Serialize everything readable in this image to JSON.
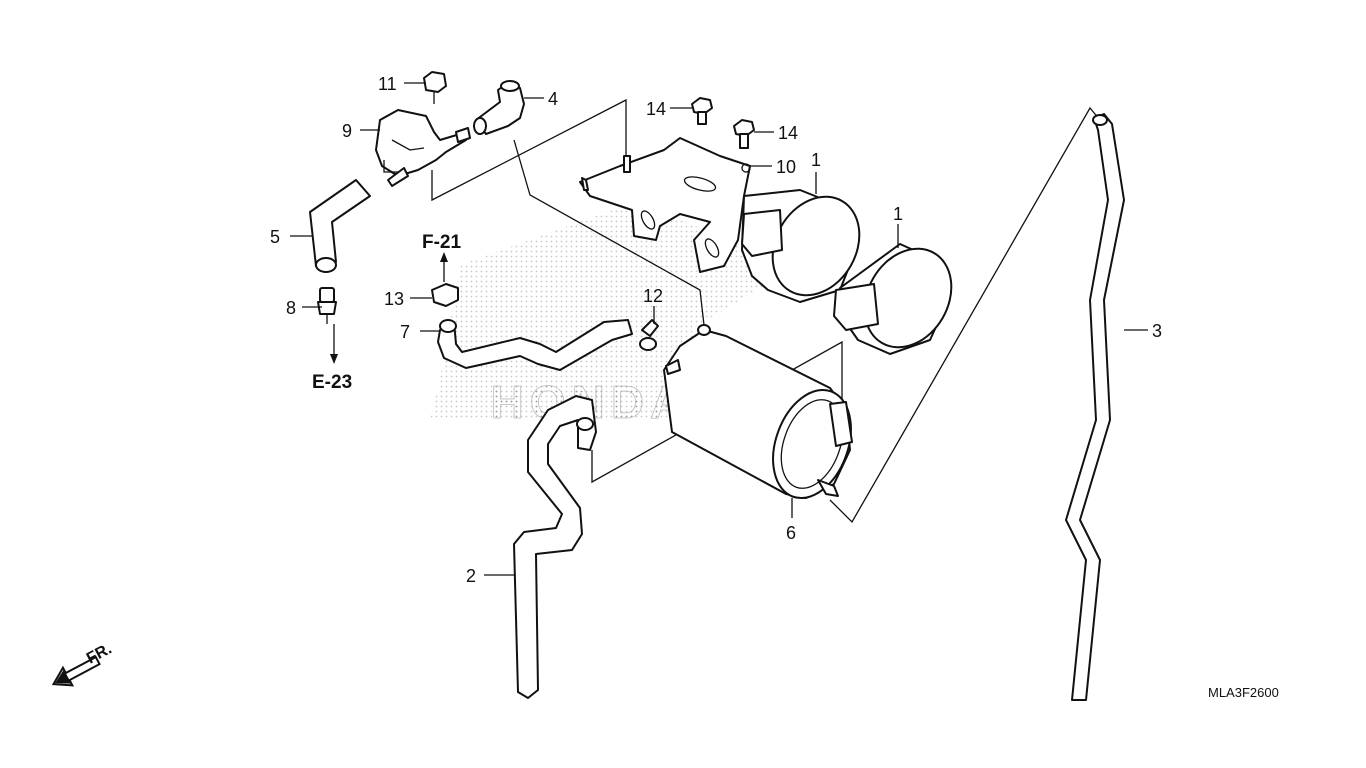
{
  "diagram": {
    "drawing_code": "MLA3F2600",
    "front_label": "FR.",
    "watermark": "HONDA",
    "references": [
      {
        "id": "f21",
        "label": "F-21"
      },
      {
        "id": "e23",
        "label": "E-23"
      }
    ],
    "callouts": [
      {
        "id": "c1a",
        "label": "1"
      },
      {
        "id": "c1b",
        "label": "1"
      },
      {
        "id": "c2",
        "label": "2"
      },
      {
        "id": "c3",
        "label": "3"
      },
      {
        "id": "c4",
        "label": "4"
      },
      {
        "id": "c5",
        "label": "5"
      },
      {
        "id": "c6",
        "label": "6"
      },
      {
        "id": "c7",
        "label": "7"
      },
      {
        "id": "c8",
        "label": "8"
      },
      {
        "id": "c9",
        "label": "9"
      },
      {
        "id": "c10",
        "label": "10"
      },
      {
        "id": "c11",
        "label": "11"
      },
      {
        "id": "c12",
        "label": "12"
      },
      {
        "id": "c13",
        "label": "13"
      },
      {
        "id": "c14a",
        "label": "14"
      },
      {
        "id": "c14b",
        "label": "14"
      }
    ]
  }
}
